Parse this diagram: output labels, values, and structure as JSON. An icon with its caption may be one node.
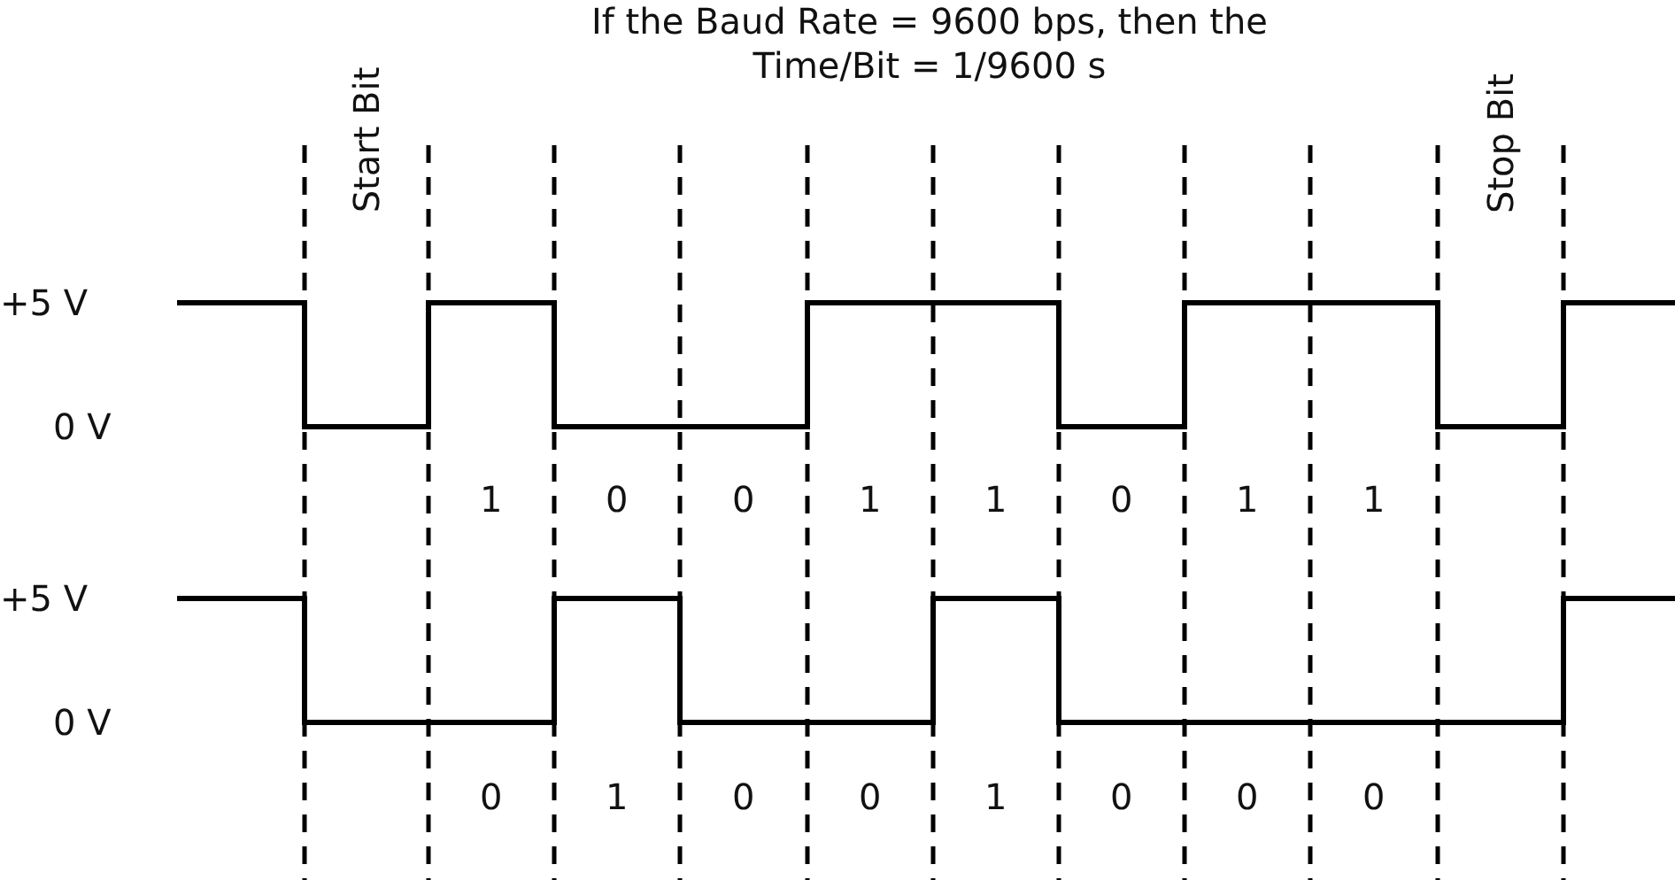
{
  "diagram": {
    "title": "If the Baud Rate = 9600 bps, then the Time/Bit = 1/9600 s",
    "labels": [
      "Start Bit",
      "Stop Bit",
      "+5 V",
      "0 V",
      "1",
      "0",
      "0",
      "1",
      "1",
      "0",
      "1",
      "1",
      "+5 V",
      "0 V",
      "0",
      "1",
      "0",
      "0",
      "1",
      "0",
      "0",
      "0"
    ]
  }
}
